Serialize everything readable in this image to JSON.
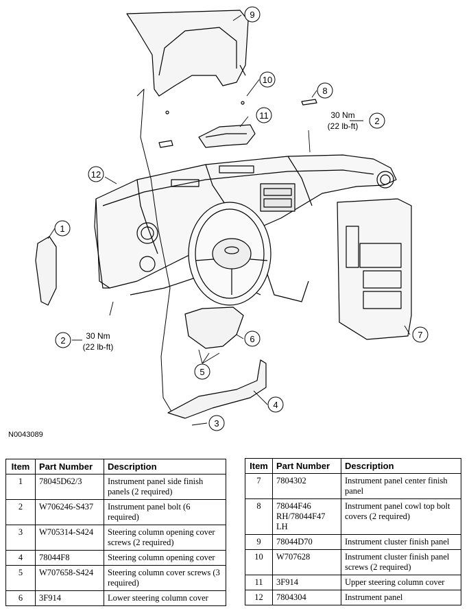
{
  "diagram": {
    "callouts": [
      "1",
      "2",
      "2",
      "3",
      "4",
      "5",
      "6",
      "7",
      "8",
      "9",
      "10",
      "11",
      "12"
    ],
    "torque_top": {
      "line1": "30 Nm",
      "line2": "(22 lb-ft)"
    },
    "torque_left": {
      "line1": "30 Nm",
      "line2": "(22 lb-ft)"
    },
    "figure_id": "N0043089"
  },
  "table_left": {
    "headers": [
      "Item",
      "Part Number",
      "Description"
    ],
    "rows": [
      {
        "item": "1",
        "part": "78045D62/3",
        "desc": "Instrument panel side finish panels (2 required)"
      },
      {
        "item": "2",
        "part": "W706246-S437",
        "desc": "Instrument panel bolt (6 required)"
      },
      {
        "item": "3",
        "part": "W705314-S424",
        "desc": "Steering column opening cover screws (2 required)"
      },
      {
        "item": "4",
        "part": "78044F8",
        "desc": "Steering column opening cover"
      },
      {
        "item": "5",
        "part": "W707658-S424",
        "desc": "Steering column cover screws (3 required)"
      },
      {
        "item": "6",
        "part": "3F914",
        "desc": "Lower steering column cover"
      }
    ]
  },
  "table_right": {
    "headers": [
      "Item",
      "Part Number",
      "Description"
    ],
    "rows": [
      {
        "item": "7",
        "part": "7804302",
        "desc": "Instrument panel center finish panel"
      },
      {
        "item": "8",
        "part": "78044F46 RH/78044F47 LH",
        "desc": "Instrument panel cowl top bolt covers (2 required)"
      },
      {
        "item": "9",
        "part": "78044D70",
        "desc": "Instrument cluster finish panel"
      },
      {
        "item": "10",
        "part": "W707628",
        "desc": "Instrument cluster finish panel screws (2 required)"
      },
      {
        "item": "11",
        "part": "3F914",
        "desc": "Upper steering column cover"
      },
      {
        "item": "12",
        "part": "7804304",
        "desc": "Instrument panel"
      }
    ]
  }
}
